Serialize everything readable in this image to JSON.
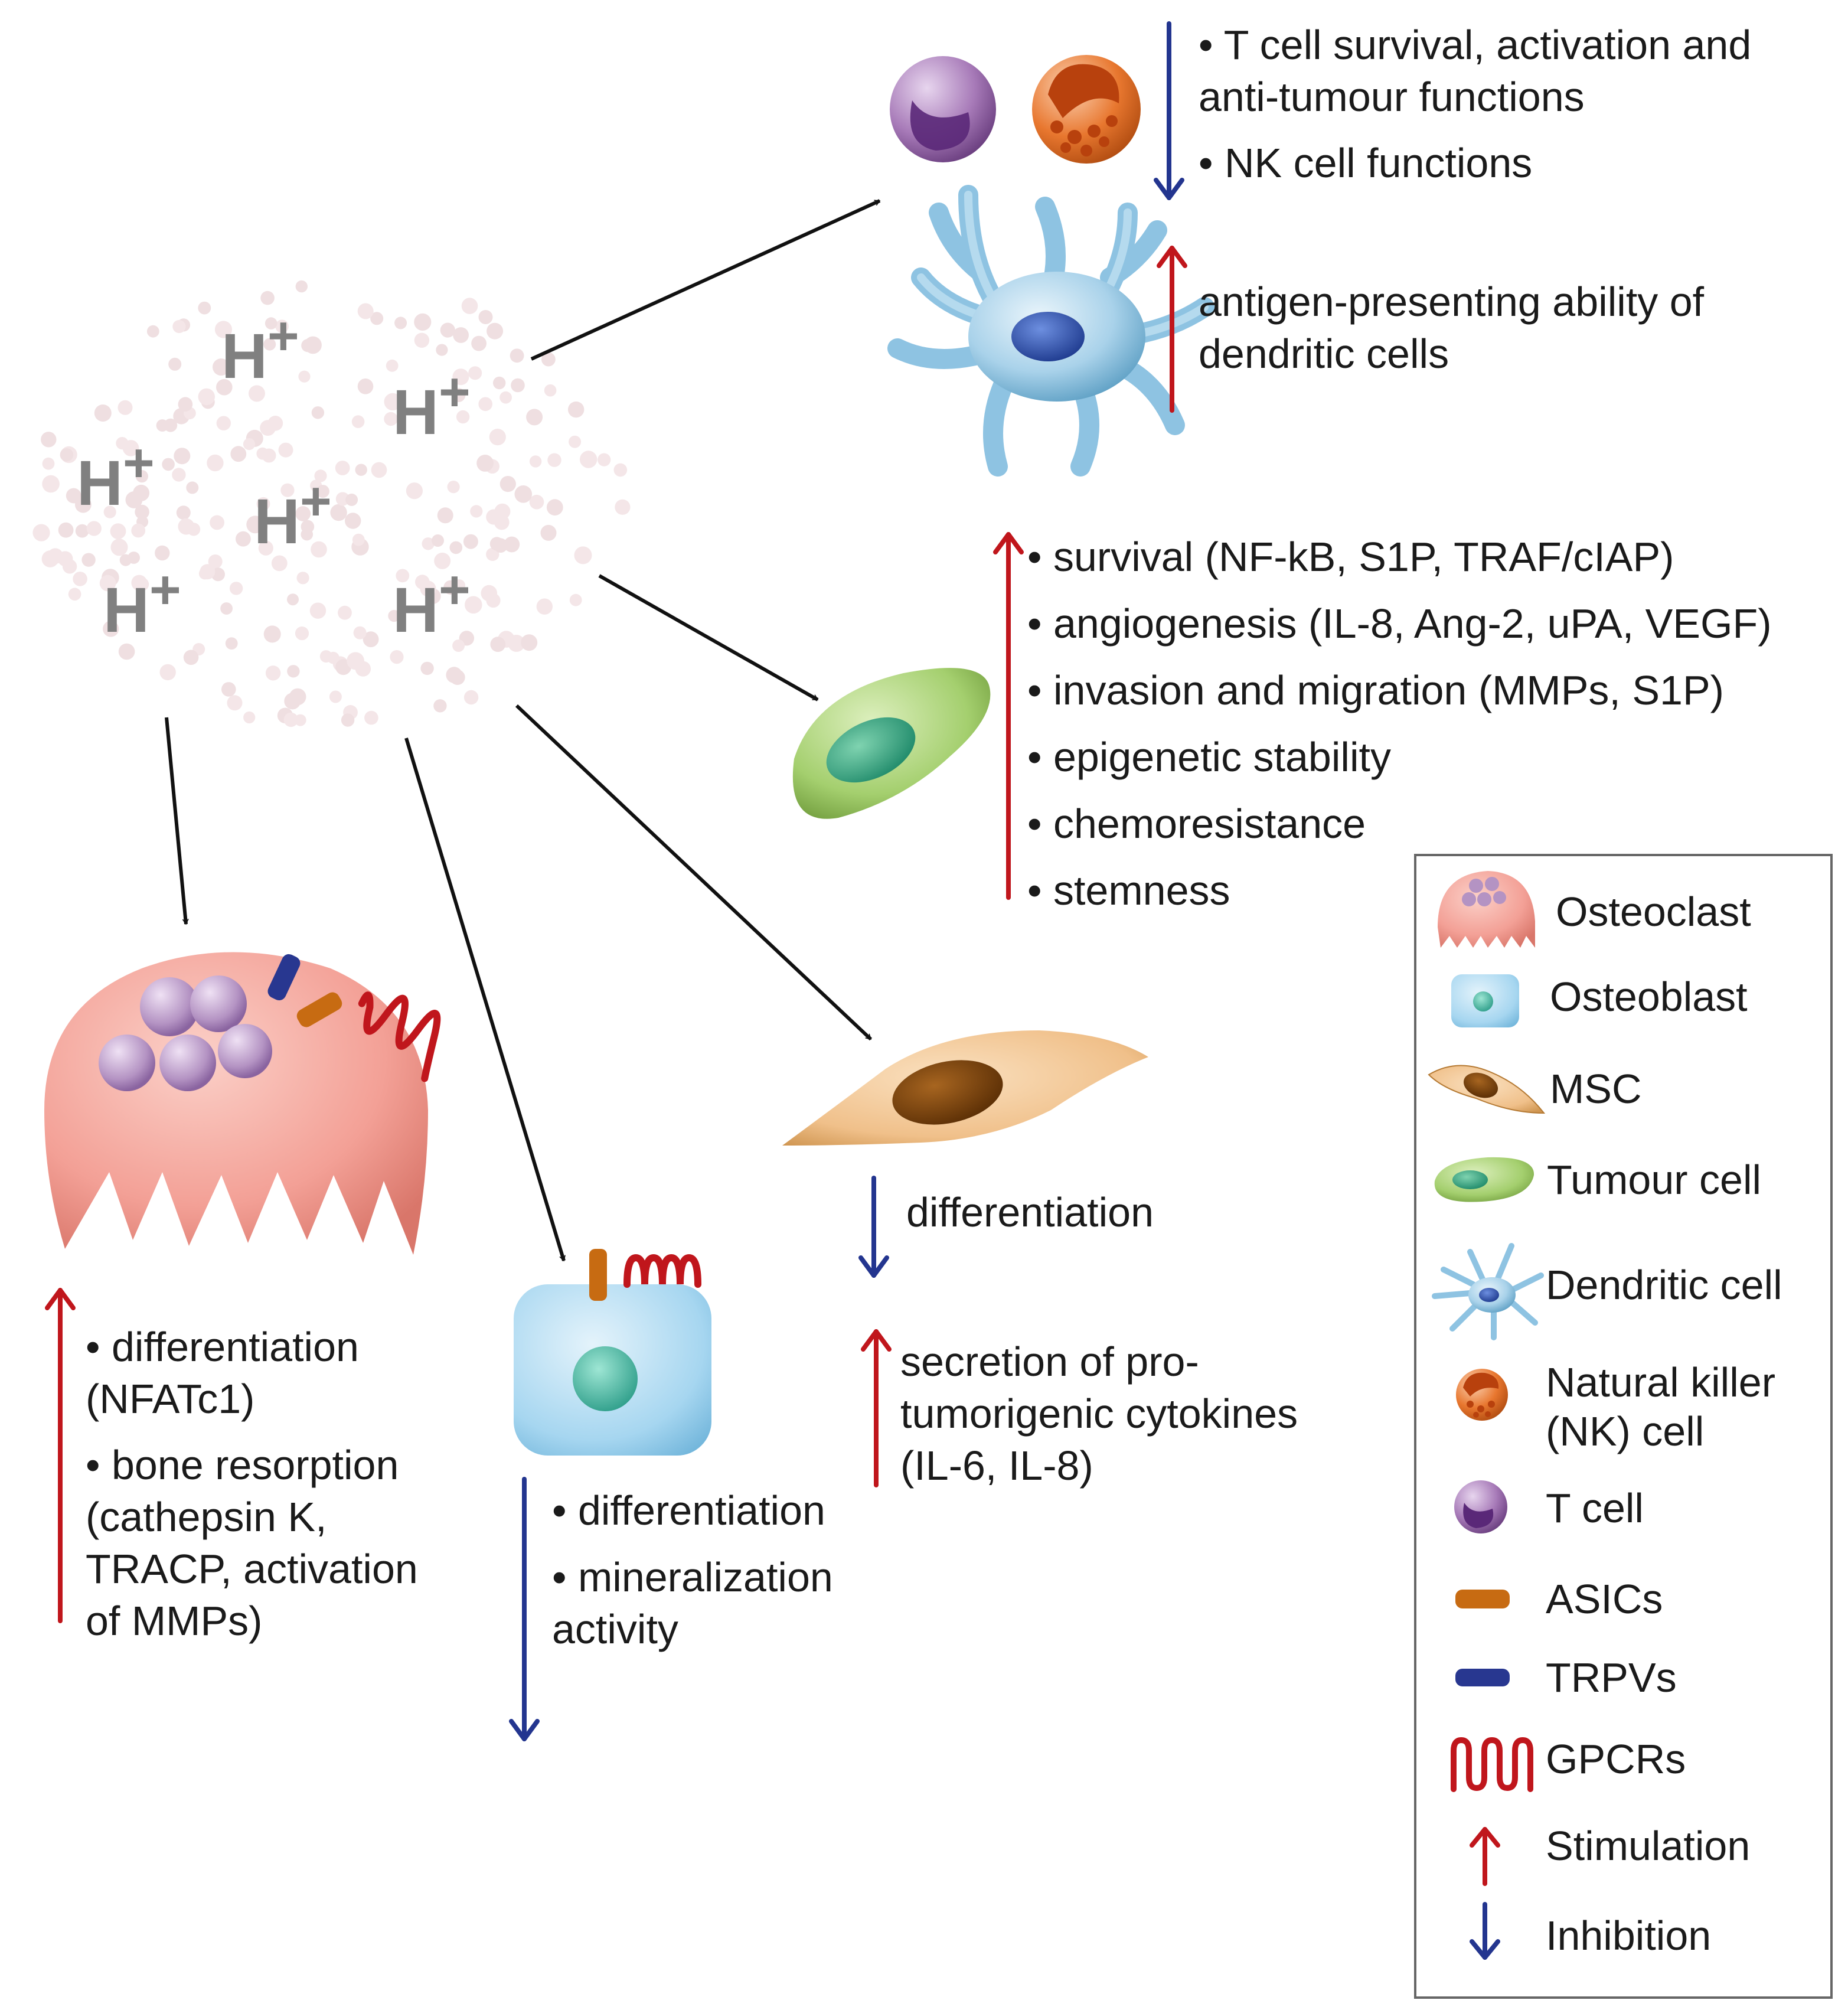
{
  "proton": {
    "symbol": "H+",
    "label": "H",
    "plus": "+"
  },
  "colors": {
    "stimulation": "#c0161c",
    "inhibition": "#23358f",
    "pathway_arrow": "#111111",
    "osteoclast": "#f3a096",
    "osteoblast": "#a6d6f0",
    "msc": "#f0c08a",
    "tumour_cell": "#a4cf6e",
    "dendritic_cell": "#a9d2ea",
    "nk_cell": "#e8772f",
    "t_cell": "#a77ab8",
    "asic": "#c76b12",
    "trpv": "#283790",
    "gpcr": "#c0161c"
  },
  "immune": {
    "lines": [
      "• T cell survival, activation and",
      "anti-tumour functions",
      "• NK cell functions"
    ],
    "effect": "inhibition"
  },
  "dendritic": {
    "lines": [
      "antigen-presenting  ability of",
      "dendritic cells"
    ],
    "effect": "stimulation"
  },
  "tumour": {
    "lines": [
      "• survival (NF-kB, S1P, TRAF/cIAP)",
      "• angiogenesis (IL-8, Ang-2, uPA, VEGF)",
      "• invasion and migration (MMPs, S1P)",
      "• epigenetic stability",
      "• chemoresistance",
      "• stemness"
    ],
    "effect": "stimulation"
  },
  "msc": {
    "inhibited": [
      "differentiation"
    ],
    "stimulated": [
      "secretion of pro-",
      "tumorigenic cytokines",
      "(IL-6, IL-8)"
    ]
  },
  "osteoclast": {
    "lines": [
      "• differentiation",
      "(NFATc1)",
      "• bone resorption",
      "(cathepsin K,",
      "TRACP, activation",
      "of MMPs)"
    ],
    "effect": "stimulation"
  },
  "osteoblast": {
    "lines": [
      "• differentiation",
      "• mineralization",
      "activity"
    ],
    "effect": "inhibition"
  },
  "legend": {
    "items": [
      {
        "label": "Osteoclast",
        "icon": "osteoclast-icon"
      },
      {
        "label": "Osteoblast",
        "icon": "osteoblast-icon"
      },
      {
        "label": "MSC",
        "icon": "msc-icon"
      },
      {
        "label": "Tumour cell",
        "icon": "tumour-cell-icon"
      },
      {
        "label": "Dendritic cell",
        "icon": "dendritic-cell-icon"
      },
      {
        "label": "Natural killer",
        "label2": "(NK) cell",
        "icon": "nk-cell-icon"
      },
      {
        "label": "T cell",
        "icon": "t-cell-icon"
      },
      {
        "label": "ASICs",
        "icon": "asic-icon"
      },
      {
        "label": "TRPVs",
        "icon": "trpv-icon"
      },
      {
        "label": "GPCRs",
        "icon": "gpcr-icon"
      },
      {
        "label": "Stimulation",
        "icon": "stimulation-arrow-icon"
      },
      {
        "label": "Inhibition",
        "icon": "inhibition-arrow-icon"
      }
    ]
  }
}
